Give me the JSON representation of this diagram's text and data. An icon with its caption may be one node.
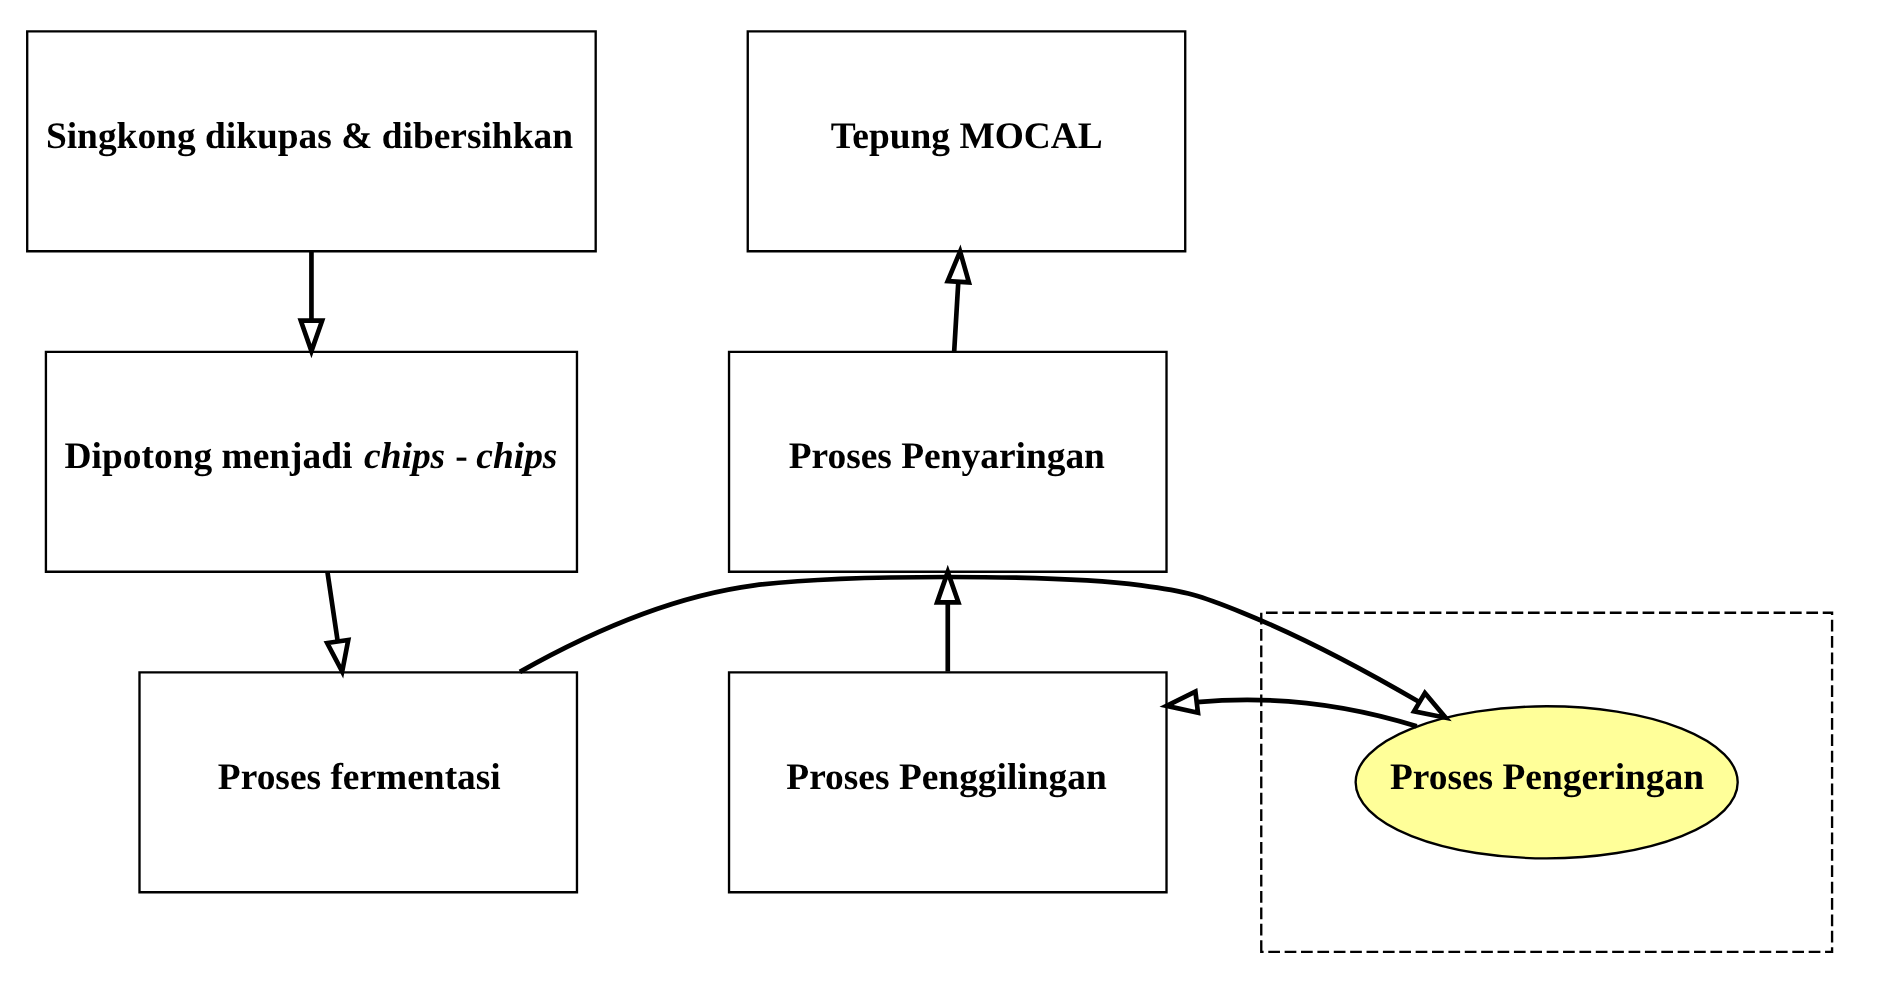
{
  "diagram": {
    "nodes": [
      {
        "text": [
          "Singkong dikupas & dibersihkan"
        ]
      },
      {
        "text": [
          "Dipotong menjadi *chips* - *chips*"
        ]
      },
      {
        "text": [
          "Proses fermentasi"
        ]
      },
      {
        "text": [],
        "shape": "box"
      },
      {
        "text": [
          "Proses Pengeringan"
        ],
        "in": 3
      },
      {
        "text": [
          "Proses Penggilingan"
        ]
      },
      {
        "text": [
          "Proses Penyaringan"
        ]
      },
      {
        "text": [
          "Tepung MOCAL"
        ]
      }
    ],
    "edges": [
      {
        "from": 0,
        "to": 1,
        "arrow": "to"
      },
      {
        "from": 1,
        "to": 2,
        "arrow": "to"
      },
      {
        "from": 2,
        "to": 4,
        "arrow": "to"
      },
      {
        "from": 4,
        "to": 5,
        "arrow": "to"
      },
      {
        "from": 5,
        "to": 6,
        "arrow": "to"
      },
      {
        "from": 6,
        "to": 7,
        "arrow": "to"
      }
    ]
  }
}
